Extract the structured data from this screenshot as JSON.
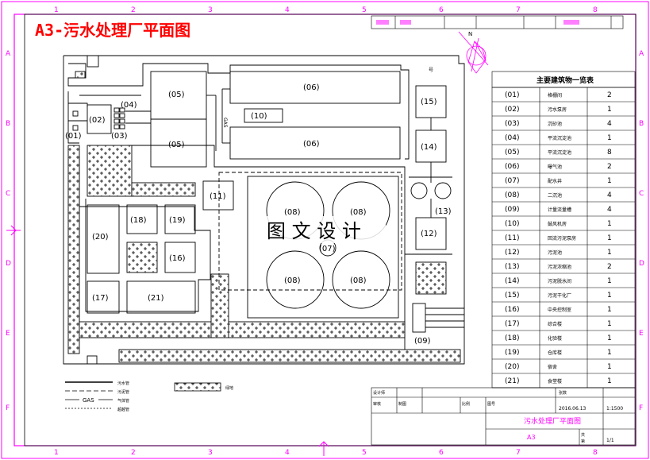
{
  "title": "A3-污水处理厂平面图",
  "watermark": "图 文 设 计",
  "colors": {
    "border": "#ff00ff",
    "title": "#ff0000",
    "line": "#000000",
    "title_block_text": "#ff00ff"
  },
  "grid_labels": {
    "top": [
      "1",
      "2",
      "3",
      "4",
      "5",
      "6",
      "7",
      "8"
    ],
    "bottom": [
      "1",
      "2",
      "3",
      "4",
      "5",
      "6",
      "7",
      "8"
    ],
    "left": [
      "A",
      "B",
      "C",
      "D",
      "E",
      "F"
    ],
    "right": [
      "A",
      "B",
      "C",
      "D",
      "E",
      "F"
    ]
  },
  "compass": {
    "north": "N"
  },
  "structures": {
    "01": "(01)",
    "02": "(02)",
    "03": "(03)",
    "04": "(04)",
    "05a": "(05)",
    "05b": "(05)",
    "06a": "(06)",
    "06b": "(06)",
    "07": "(07)",
    "08a": "(08)",
    "08b": "(08)",
    "08c": "(08)",
    "08d": "(08)",
    "09": "(09)",
    "10": "(10)",
    "11": "(11)",
    "12": "(12)",
    "13": "(13)",
    "14": "(14)",
    "15": "(15)",
    "16": "(16)",
    "17": "(17)",
    "18": "(18)",
    "19": "(19)",
    "20": "(20)",
    "21": "(21)"
  },
  "gas_label": "GAS",
  "top_cell_label": "号",
  "table": {
    "title": "主要建筑物一览表",
    "rows": [
      {
        "code": "(01)",
        "name": "格栅间",
        "qty": "2"
      },
      {
        "code": "(02)",
        "name": "污水泵房",
        "qty": "1"
      },
      {
        "code": "(03)",
        "name": "沉砂池",
        "qty": "4"
      },
      {
        "code": "(04)",
        "name": "平流沉淀池",
        "qty": "1"
      },
      {
        "code": "(05)",
        "name": "平流沉淀池",
        "qty": "8"
      },
      {
        "code": "(06)",
        "name": "曝气池",
        "qty": "2"
      },
      {
        "code": "(07)",
        "name": "配水井",
        "qty": "1"
      },
      {
        "code": "(08)",
        "name": "二沉池",
        "qty": "4"
      },
      {
        "code": "(09)",
        "name": "计量流量槽",
        "qty": "4"
      },
      {
        "code": "(10)",
        "name": "鼓风机房",
        "qty": "1"
      },
      {
        "code": "(11)",
        "name": "回流污泥泵房",
        "qty": "1"
      },
      {
        "code": "(12)",
        "name": "污泥池",
        "qty": "1"
      },
      {
        "code": "(13)",
        "name": "污泥浓缩池",
        "qty": "2"
      },
      {
        "code": "(14)",
        "name": "污泥脱水间",
        "qty": "1"
      },
      {
        "code": "(15)",
        "name": "污泥干化厂",
        "qty": "1"
      },
      {
        "code": "(16)",
        "name": "中央控制室",
        "qty": "1"
      },
      {
        "code": "(17)",
        "name": "综合楼",
        "qty": "1"
      },
      {
        "code": "(18)",
        "name": "化验楼",
        "qty": "1"
      },
      {
        "code": "(19)",
        "name": "仓库楼",
        "qty": "1"
      },
      {
        "code": "(20)",
        "name": "宿舍",
        "qty": "1"
      },
      {
        "code": "(21)",
        "name": "食堂楼",
        "qty": "1"
      }
    ]
  },
  "legend": {
    "items": [
      "污水管",
      "污泥管",
      "气体管",
      "超越管"
    ],
    "gas": "GAS",
    "green": "绿地"
  },
  "title_block": {
    "drawing_title": "污水处理厂平面图",
    "sheet_size": "A3",
    "date": "2016.06.13",
    "scale": "1:1500",
    "sheet_no": "1/1",
    "cells": [
      "设计师",
      "审核",
      "制图",
      "比例",
      "图号",
      "张数",
      "共",
      "第"
    ]
  }
}
